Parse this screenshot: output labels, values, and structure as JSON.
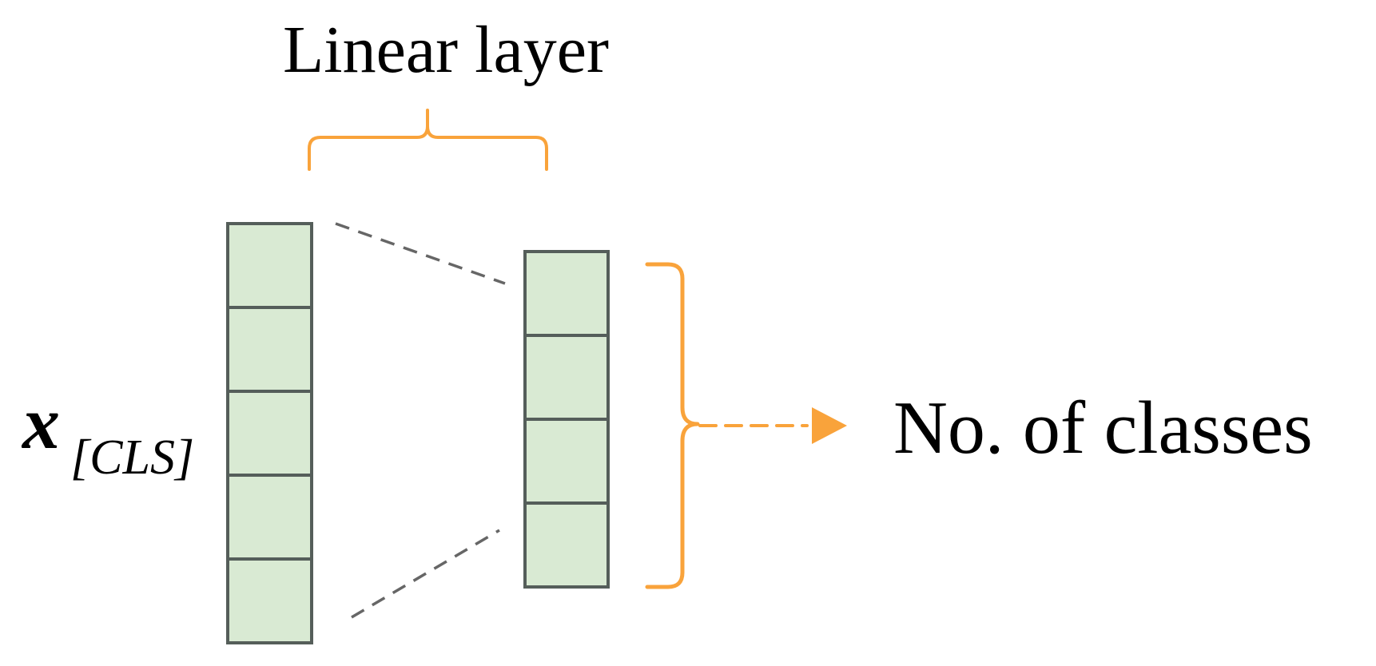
{
  "labels": {
    "linear_layer": "Linear layer",
    "input_vector_symbol": "x",
    "input_vector_subscript": "[CLS]",
    "output_label": "No. of classes"
  },
  "vectors": {
    "input": {
      "cells": 5
    },
    "output": {
      "cells": 4
    }
  },
  "colors": {
    "cell_fill": "#d9ead3",
    "cell_stroke": "#555e5a",
    "accent": "#f9a33b",
    "connector": "#666666",
    "text": "#000000"
  }
}
